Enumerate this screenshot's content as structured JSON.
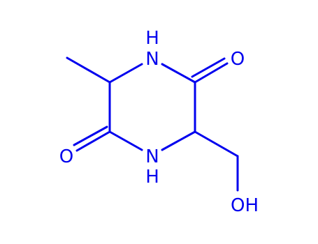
{
  "labels": {
    "nh_top_h": "H",
    "nh_top_n": "N",
    "o_top": "O",
    "o_left": "O",
    "nh_bottom_n": "N",
    "nh_bottom_h": "H",
    "oh": "OH"
  },
  "colors": {
    "bond": "#0000ee",
    "label": "#0000ee",
    "background": "#ffffff"
  }
}
